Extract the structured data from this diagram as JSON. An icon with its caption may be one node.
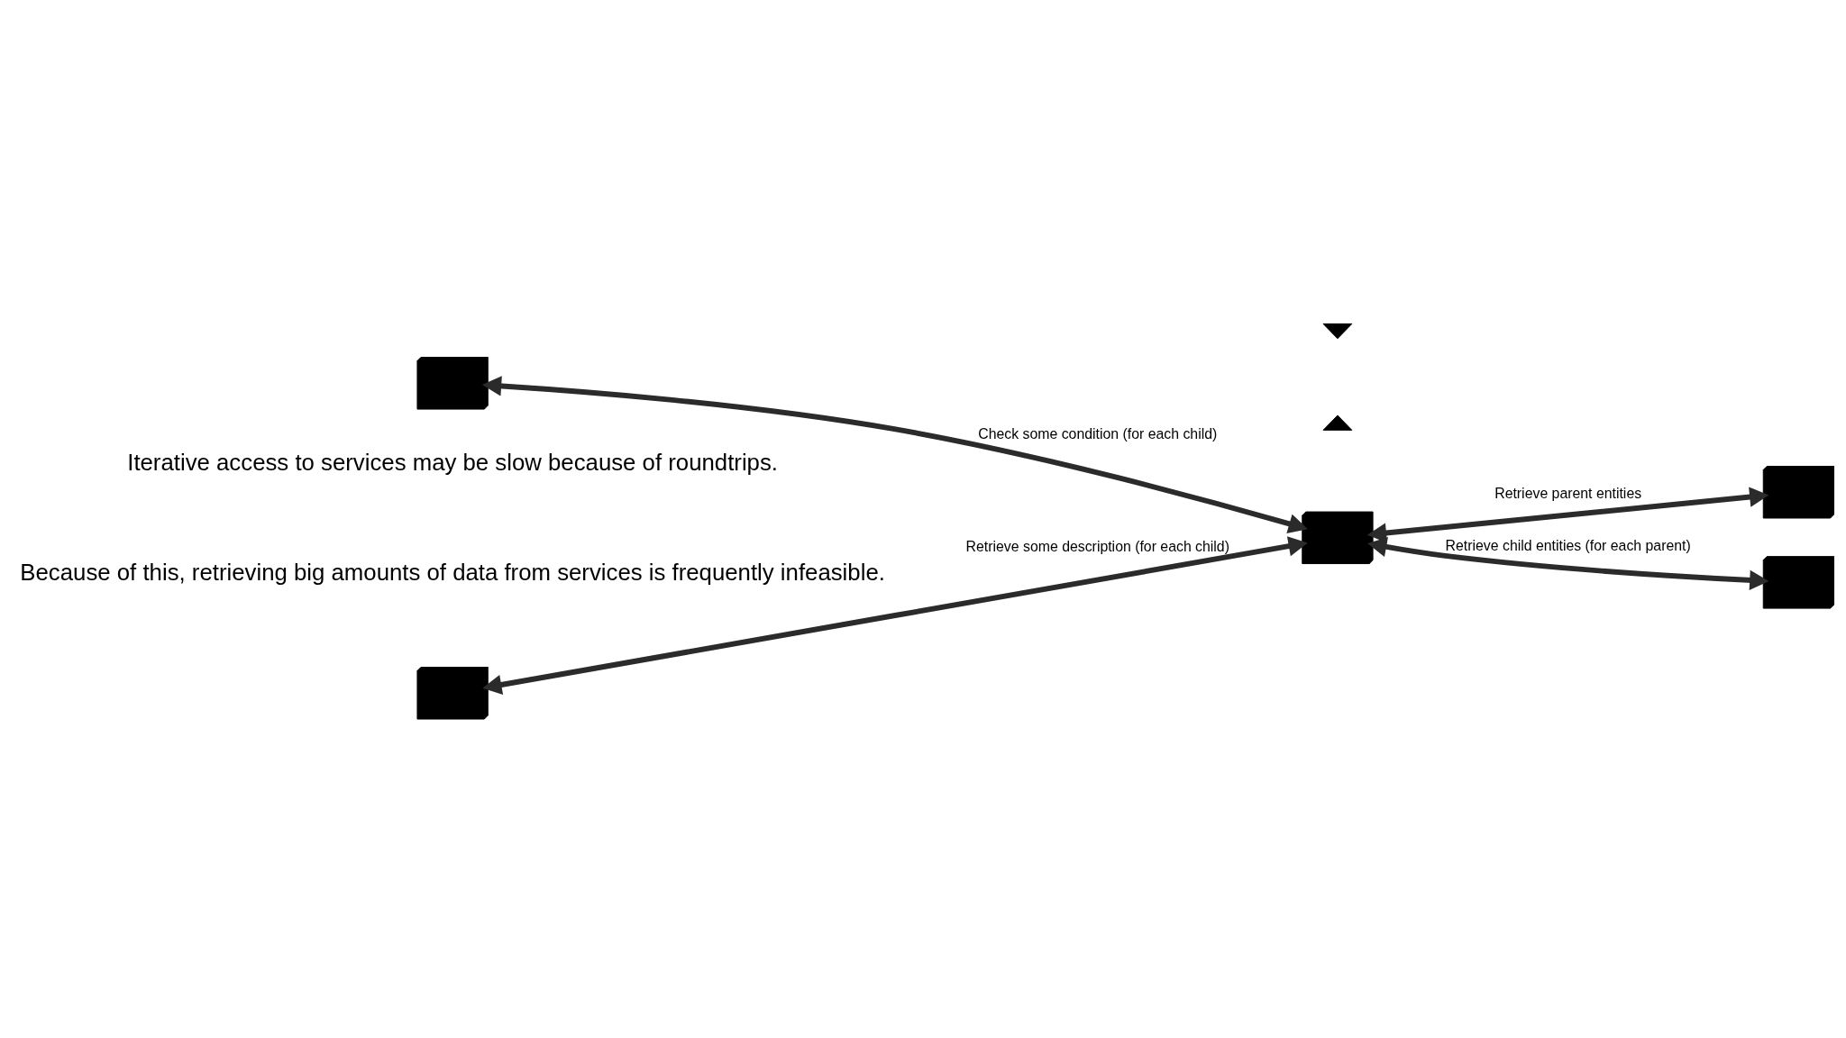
{
  "diagram": {
    "nodes": [
      {
        "text": [],
        "shape": "box"
      },
      {
        "text": [],
        "shape": "box"
      },
      {
        "text": [],
        "shape": "box"
      },
      {
        "text": [],
        "shape": "box"
      },
      {
        "text": [],
        "shape": "box"
      }
    ],
    "edges": [
      {
        "from": 0,
        "to": 2,
        "arrow": "both",
        "label": "Retrieve some description (for each child)"
      },
      {
        "from": 1,
        "to": 2,
        "arrow": "both",
        "label": "Check some condition (for each child)"
      },
      {
        "from": 2,
        "to": 3,
        "arrow": "both",
        "label": "Retrieve parent entities"
      },
      {
        "from": 2,
        "to": 4,
        "arrow": "both",
        "label": "Retrieve child entities (for each parent)"
      }
    ],
    "labels": [
      "Iterative access to services may be slow because of roundtrips.",
      "Because of this, retrieving big amounts of data from services is frequently infeasible."
    ]
  }
}
